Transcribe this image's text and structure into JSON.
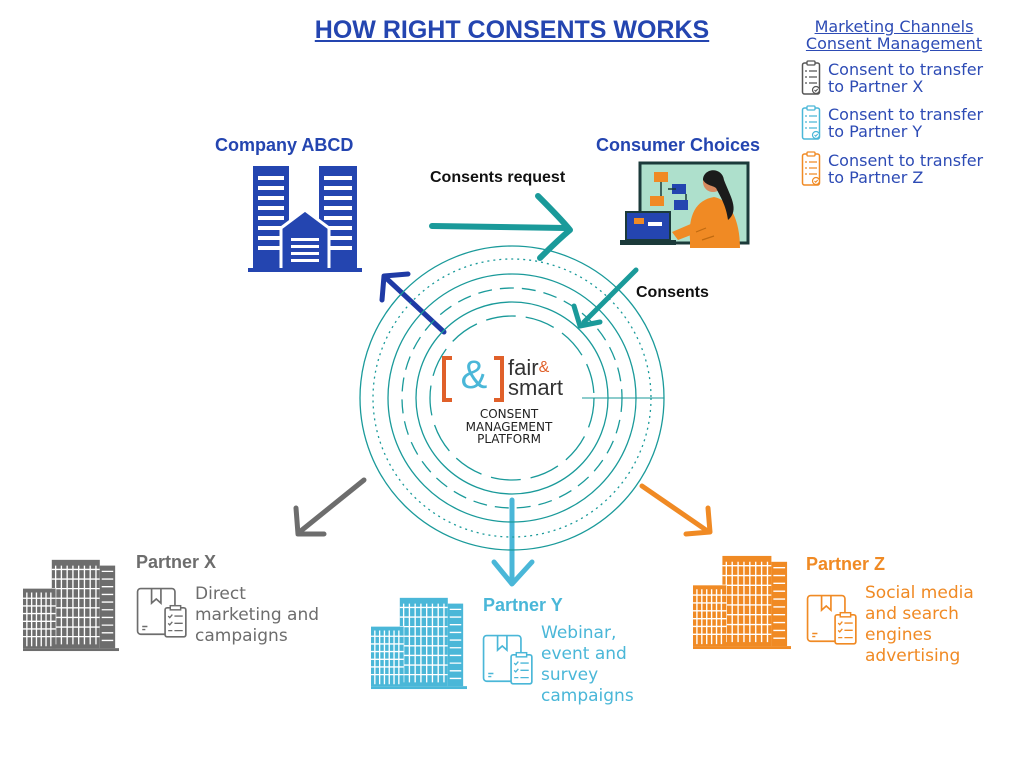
{
  "page_title": "HOW RIGHT CONSENTS WORKS",
  "legend": {
    "title_line1": "Marketing Channels",
    "title_line2": "Consent Management",
    "items": [
      {
        "line1": "Consent to transfer",
        "line2": "to Partner X",
        "color": "#555555"
      },
      {
        "line1": "Consent to transfer",
        "line2": "to Partner Y",
        "color": "#4ab7d8"
      },
      {
        "line1": "Consent to transfer",
        "line2": "to Partner Z",
        "color": "#f08a24"
      }
    ]
  },
  "company": {
    "name": "Company ABCD",
    "color": "#2445b0"
  },
  "consumer": {
    "name": "Consumer Choices",
    "color": "#2445b0"
  },
  "arrows": {
    "request_label": "Consents request",
    "consents_label": "Consents"
  },
  "platform": {
    "logo_bracket_char": "&",
    "logo_word1": "fair",
    "logo_amp": "&",
    "logo_word2": "smart",
    "caption_line1": "CONSENT",
    "caption_line2": "MANAGEMENT",
    "caption_line3": "PLATFORM"
  },
  "partners": [
    {
      "name": "Partner X",
      "color": "#6d6d6d",
      "desc": [
        "Direct",
        "marketing and",
        "campaigns"
      ]
    },
    {
      "name": "Partner Y",
      "color": "#4ab7d8",
      "desc": [
        "Webinar,",
        "event and",
        "survey",
        "campaigns"
      ]
    },
    {
      "name": "Partner Z",
      "color": "#f08a24",
      "desc": [
        "Social media",
        "and search",
        "engines",
        "advertising"
      ]
    }
  ],
  "colors": {
    "teal": "#1a9a9a",
    "navy": "#1f3aa5",
    "blue": "#2445b0",
    "orange": "#f08a24",
    "grey": "#6d6d6d",
    "skyblue": "#4ab7d8"
  }
}
